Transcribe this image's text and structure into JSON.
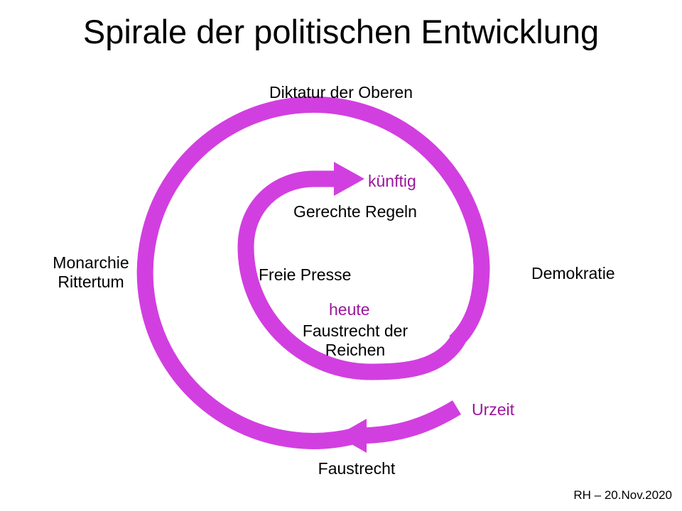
{
  "title": "Spirale der politischen Entwicklung",
  "colors": {
    "spiral": "#d23fe0",
    "accent_text": "#9b169b"
  },
  "stages": {
    "top": "Diktatur der Oberen",
    "left_line1": "Monarchie",
    "left_line2": "Rittertum",
    "right": "Demokratie",
    "bottom": "Faustrecht",
    "inner_top": "Gerechte Regeln",
    "inner_left": "Freie Presse",
    "inner_bottom_line1": "Faustrecht der",
    "inner_bottom_line2": "Reichen"
  },
  "time_markers": {
    "future": "künftig",
    "present": "heute",
    "origin": "Urzeit"
  },
  "credit": "RH – 20.Nov.2020"
}
